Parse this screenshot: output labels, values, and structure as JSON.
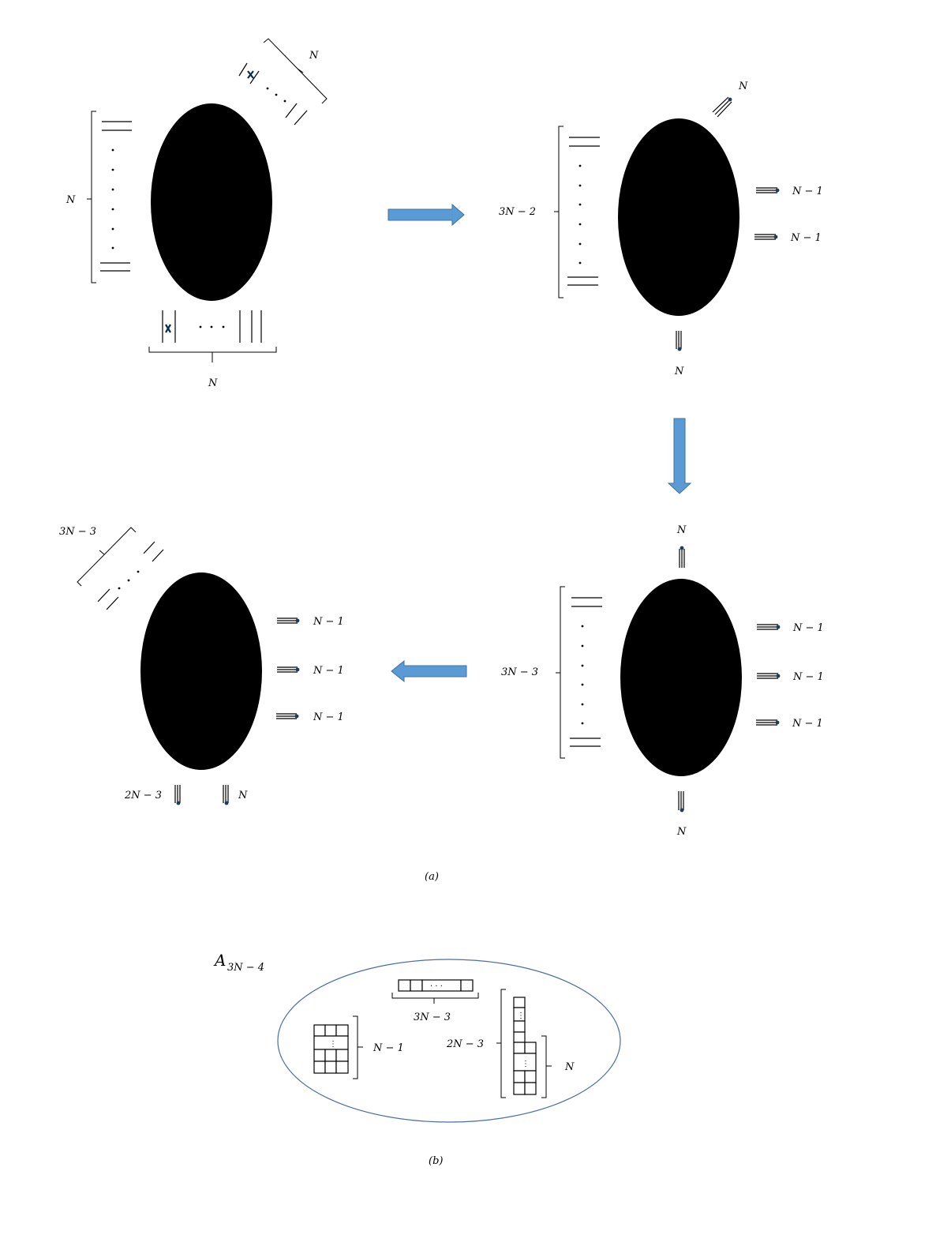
{
  "panel_a": {
    "caption": "(a)",
    "step1": {
      "left_bracket_label": "N",
      "top_bracket_label": "N",
      "bottom_bracket_label": "N",
      "dots": "· · ·"
    },
    "step2": {
      "left_bracket_label": "3N − 2",
      "top_leg_label": "N",
      "right_leg_labels": [
        "N − 1",
        "N − 1"
      ],
      "bottom_leg_label": "N"
    },
    "step3": {
      "left_bracket_label": "3N − 3",
      "top_leg_label": "N",
      "right_leg_labels": [
        "N − 1",
        "N − 1",
        "N − 1"
      ],
      "bottom_leg_label": "N"
    },
    "step4": {
      "top_bracket_label": "3N − 3",
      "right_leg_labels": [
        "N − 1",
        "N − 1",
        "N − 1"
      ],
      "bottom_leg_labels": [
        "2N − 3",
        "N"
      ]
    },
    "arrow_color": "#5b9bd5"
  },
  "panel_b": {
    "caption": "(b)",
    "title_main": "A",
    "title_sub": "3N − 4",
    "row_label": "3N − 3",
    "block_label": "N − 1",
    "column_label": "2N − 3",
    "inner_label": "N",
    "row_dots": "· · ·",
    "vdots": "⋮",
    "ellipse_color": "#4a6fa5"
  }
}
